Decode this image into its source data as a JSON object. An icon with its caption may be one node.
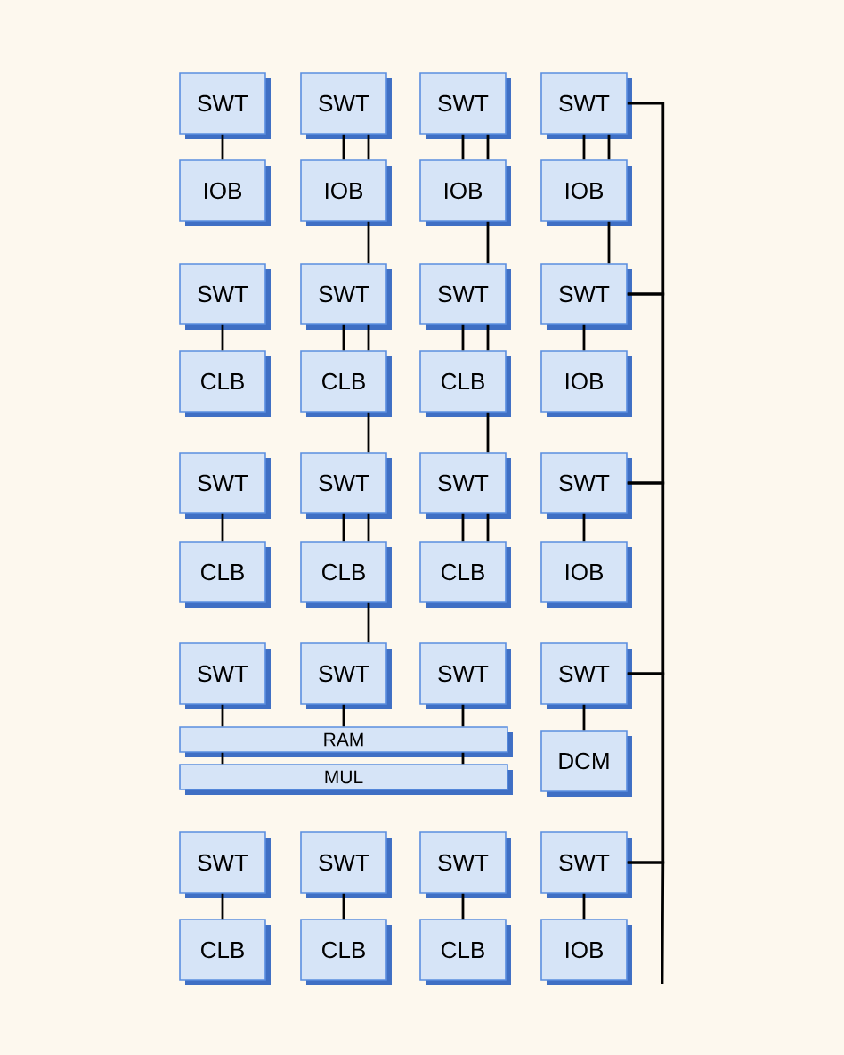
{
  "diagram": {
    "nodes": [
      {
        "text": [
          "SWT"
        ]
      },
      {
        "text": [
          "SWT"
        ]
      },
      {
        "text": [
          "SWT"
        ]
      },
      {
        "text": [
          "SWT"
        ]
      },
      {
        "text": [
          "IOB"
        ]
      },
      {
        "text": [
          "IOB"
        ]
      },
      {
        "text": [
          "IOB"
        ]
      },
      {
        "text": [
          "IOB"
        ]
      },
      {
        "text": [
          "SWT"
        ]
      },
      {
        "text": [
          "SWT"
        ]
      },
      {
        "text": [
          "SWT"
        ]
      },
      {
        "text": [
          "SWT"
        ]
      },
      {
        "text": [
          "CLB"
        ]
      },
      {
        "text": [
          "CLB"
        ]
      },
      {
        "text": [
          "CLB"
        ]
      },
      {
        "text": [
          "IOB"
        ]
      },
      {
        "text": [
          "SWT"
        ]
      },
      {
        "text": [
          "SWT"
        ]
      },
      {
        "text": [
          "SWT"
        ]
      },
      {
        "text": [
          "SWT"
        ]
      },
      {
        "text": [
          "CLB"
        ]
      },
      {
        "text": [
          "CLB"
        ]
      },
      {
        "text": [
          "CLB"
        ]
      },
      {
        "text": [
          "IOB"
        ]
      },
      {
        "text": [
          "SWT"
        ]
      },
      {
        "text": [
          "SWT"
        ]
      },
      {
        "text": [
          "SWT"
        ]
      },
      {
        "text": [
          "SWT"
        ]
      },
      {
        "text": [
          "RAM"
        ]
      },
      {
        "text": [
          "DCM"
        ]
      },
      {
        "text": [
          "MUL"
        ]
      },
      {
        "text": [
          "SWT"
        ]
      },
      {
        "text": [
          "SWT"
        ]
      },
      {
        "text": [
          "SWT"
        ]
      },
      {
        "text": [
          "SWT"
        ]
      },
      {
        "text": [
          "CLB"
        ]
      },
      {
        "text": [
          "CLB"
        ]
      },
      {
        "text": [
          "CLB"
        ]
      },
      {
        "text": [
          "IOB"
        ]
      }
    ],
    "edges": [
      {
        "from": 0,
        "to": 4,
        "arrow": "none"
      },
      {
        "from": 1,
        "to": 5,
        "arrow": "none"
      },
      {
        "from": 1,
        "to": 5,
        "arrow": "none"
      },
      {
        "from": 2,
        "to": 6,
        "arrow": "none"
      },
      {
        "from": 2,
        "to": 6,
        "arrow": "none"
      },
      {
        "from": 3,
        "to": 7,
        "arrow": "none"
      },
      {
        "from": 3,
        "to": 7,
        "arrow": "none"
      },
      {
        "from": 5,
        "to": 9,
        "arrow": "none"
      },
      {
        "from": 6,
        "to": 10,
        "arrow": "none"
      },
      {
        "from": 7,
        "to": 11,
        "arrow": "none"
      },
      {
        "from": 8,
        "to": 12,
        "arrow": "none"
      },
      {
        "from": 9,
        "to": 13,
        "arrow": "none"
      },
      {
        "from": 9,
        "to": 13,
        "arrow": "none"
      },
      {
        "from": 10,
        "to": 14,
        "arrow": "none"
      },
      {
        "from": 10,
        "to": 14,
        "arrow": "none"
      },
      {
        "from": 11,
        "to": 15,
        "arrow": "none"
      },
      {
        "from": 13,
        "to": 17,
        "arrow": "none"
      },
      {
        "from": 14,
        "to": 18,
        "arrow": "none"
      },
      {
        "from": 16,
        "to": 20,
        "arrow": "none"
      },
      {
        "from": 17,
        "to": 21,
        "arrow": "none"
      },
      {
        "from": 17,
        "to": 21,
        "arrow": "none"
      },
      {
        "from": 18,
        "to": 22,
        "arrow": "none"
      },
      {
        "from": 18,
        "to": 22,
        "arrow": "none"
      },
      {
        "from": 19,
        "to": 23,
        "arrow": "none"
      },
      {
        "from": 21,
        "to": 25,
        "arrow": "none"
      },
      {
        "from": 24,
        "to": 28,
        "arrow": "none"
      },
      {
        "from": 25,
        "to": 28,
        "arrow": "none"
      },
      {
        "from": 26,
        "to": 28,
        "arrow": "none"
      },
      {
        "from": 27,
        "to": 29,
        "arrow": "none"
      },
      {
        "from": 28,
        "to": 30,
        "arrow": "none"
      },
      {
        "from": 28,
        "to": 30,
        "arrow": "none"
      },
      {
        "from": 31,
        "to": 35,
        "arrow": "none"
      },
      {
        "from": 32,
        "to": 36,
        "arrow": "none"
      },
      {
        "from": 33,
        "to": 37,
        "arrow": "none"
      },
      {
        "from": 34,
        "to": 38,
        "arrow": "none"
      },
      {
        "from": 3,
        "to": 11,
        "arrow": "none"
      },
      {
        "from": 11,
        "to": 19,
        "arrow": "none"
      },
      {
        "from": 19,
        "to": 27,
        "arrow": "none"
      },
      {
        "from": 27,
        "to": 34,
        "arrow": "none"
      },
      {
        "from": 34,
        "to": null,
        "arrow": "none"
      }
    ]
  }
}
